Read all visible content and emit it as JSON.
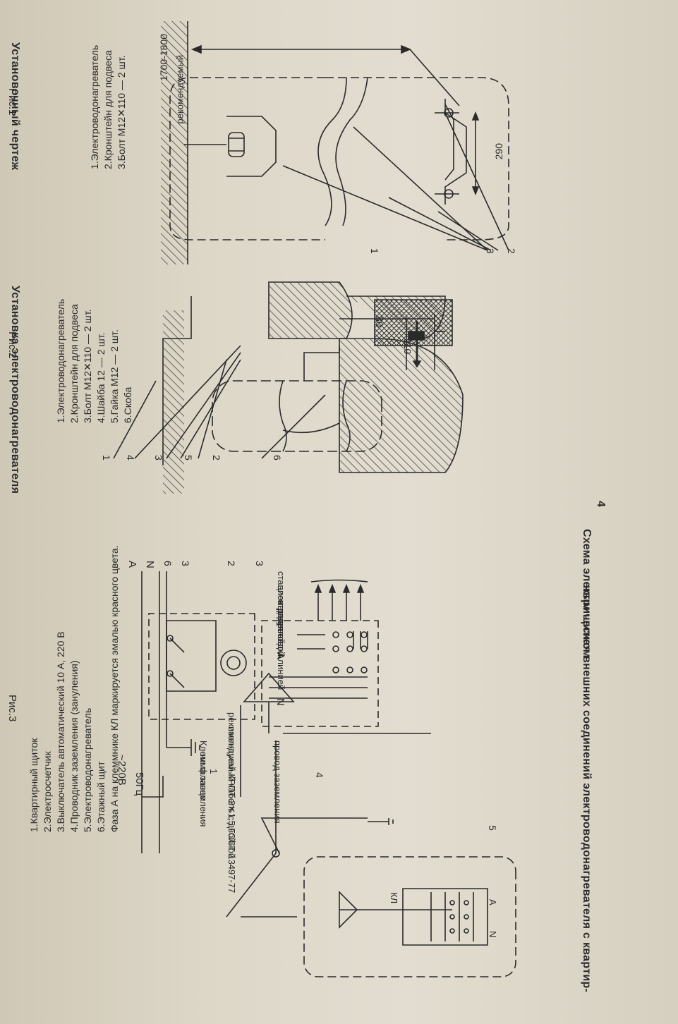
{
  "page_number": "4",
  "fig1": {
    "title": "Установочный чертеж",
    "dim_total": "1700-1800",
    "dim_note": "рекомендуемый",
    "dim_bracket": "290",
    "callouts": [
      "2",
      "3",
      "1"
    ],
    "legend": [
      "1.Электроводонагреватель",
      "2.Кронштейн для подвеса",
      "3.Болт М12✕110 — 2 шт."
    ],
    "caption": "Рис.1"
  },
  "fig2": {
    "title": "Установка электроводонагревателя",
    "dim_depth": "110",
    "dim_plug": "80",
    "callouts": [
      "1",
      "4",
      "3",
      "5",
      "2",
      "6"
    ],
    "legend": [
      "1.Электроводонагреватель",
      "2.Кронштейн для подвеса",
      "3.Болт М12✕110 — 2 шт.",
      "4.Шайба 12 — 2 шт.",
      "5.Гайка М12 — 2 шт.",
      "6.Скоба"
    ],
    "caption": "Рис.2"
  },
  "fig3": {
    "title_line1": "Схема электрическая внешних соединений электроводонагревателя с квартир-",
    "title_line2": "ным щитком",
    "line_a": "A",
    "line_n": "N",
    "callouts": [
      "6",
      "3",
      "2",
      "3",
      "1",
      "4",
      "5"
    ],
    "wiring_note": [
      "стационарная",
      "электропроводка",
      "отдельной",
      "групповой линией"
    ],
    "plug_a": "A",
    "plug_n": "N",
    "voltage": "~220В",
    "frequency": "50Гц",
    "ground_label": [
      "Клемма заземления",
      "на фланце"
    ],
    "ground_wire": "провод заземления",
    "cable_note": [
      "рекомендуемый кабель с двойной",
      "изоляцией КРПТ 2✕1,5 ГОСТ 13497-77"
    ],
    "terminal_label": "КЛ",
    "terminal_a": "A",
    "terminal_n": "N",
    "legend": [
      "1.Квартирный щиток",
      "2.Электросчетчик",
      "3.Выключатель автоматический 10 А, 220 В",
      "4.Проводник заземления (зануления)",
      "5.Электроводонагреватель",
      "6.Этажный щит",
      "Фаза А на клеммнике КЛ маркируется эмалью красного цвета."
    ],
    "caption": "Рис.3"
  }
}
